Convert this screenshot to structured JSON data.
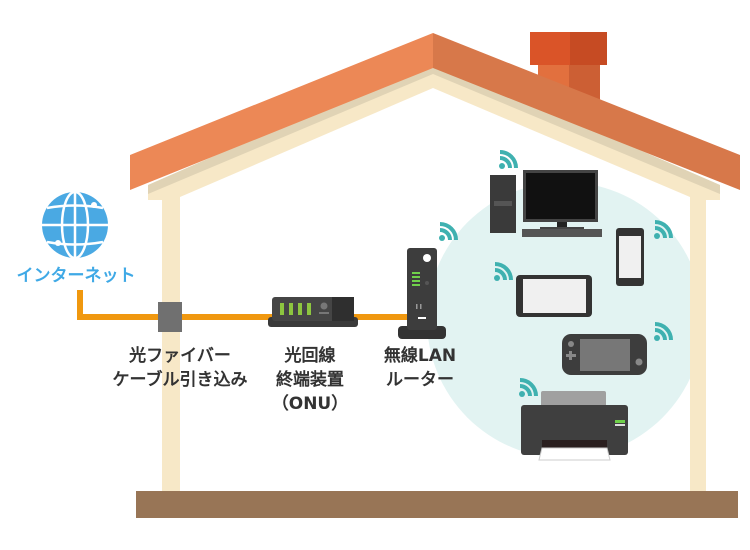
{
  "diagram": {
    "title": "Home fiber internet network",
    "colors": {
      "roof_left": "#ec8856",
      "roof_right": "#d7784a",
      "chimney": "#d9552a",
      "wall": "#f7e8c7",
      "wall_shadow": "#e0d3b5",
      "floor": "#987556",
      "cable": "#f0980f",
      "globe": "#4aa9e3",
      "wifi": "#3fb1b0",
      "wireless_zone": "#e2f3f2",
      "device_dark": "#3d3d3d"
    },
    "internet": {
      "label": "インターネット",
      "icon": "globe-icon"
    },
    "fiber_entry": {
      "label_lines": [
        "光ファイバー",
        "ケーブル引き込み"
      ],
      "icon": "wall-port-icon"
    },
    "onu": {
      "label_lines": [
        "光回線",
        "終端装置",
        "（ONU）"
      ],
      "icon": "onu-icon"
    },
    "router": {
      "label_lines": [
        "無線LAN",
        "ルーター"
      ],
      "icon": "router-icon"
    },
    "wireless_devices": [
      {
        "name": "desktop-pc",
        "icon": "desktop-pc-icon"
      },
      {
        "name": "smartphone",
        "icon": "smartphone-icon"
      },
      {
        "name": "tablet",
        "icon": "tablet-icon"
      },
      {
        "name": "game-console",
        "icon": "game-console-icon"
      },
      {
        "name": "printer",
        "icon": "printer-icon"
      }
    ]
  }
}
